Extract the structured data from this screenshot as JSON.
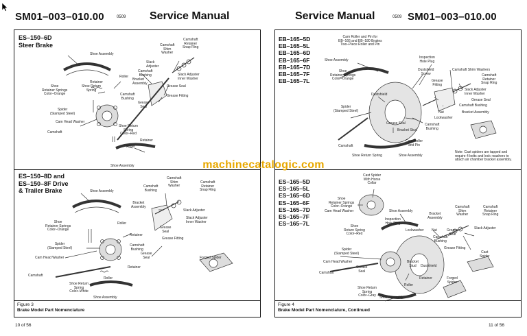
{
  "watermark": "machinecatalogic.com",
  "left_page": {
    "doc_number": "SM01–003–010.00",
    "doc_code": "0509",
    "title": "Service Manual",
    "upper_model": [
      "ES–150–6D",
      "Steer Brake"
    ],
    "lower_model": [
      "ES–150–8D and",
      "ES–150–8F Drive",
      "& Trailer Brake"
    ],
    "upper_labels": {
      "shoe_assembly": "Shoe Assembly",
      "camshaft_retainer": "Camshaft\nRetainer\nSnap Ring",
      "camshaft_shim": "Camshaft\nShim\nWasher",
      "slack_adjuster": "Slack\nAdjuster",
      "camshaft_bushing_top": "Camshaft\nBushing",
      "bracket_assembly": "Bracket\nAssembly",
      "roller": "Roller",
      "retainer": "Retainer",
      "slack_adjuster_inner": "Slack Adjuster\nInner Washer",
      "shoe_retainer_springs": "Shoe\nRetainer Springs\nColor–Orange",
      "shoe_return_spring": "Shoe Return\nSpring",
      "camshaft_bushing": "Camshaft\nBushing",
      "grease_seal_1": "Grease Seal",
      "grease_fitting": "Grease Fitting",
      "grease_seal_2": "Grease\nSeal",
      "spider": "Spider\n(Stamped Steel)",
      "cam_head_washer": "Cam Head Washer",
      "shoe_return_spring_red": "Shoe Return\nSpring\nColor–Red",
      "camshaft": "Camshaft",
      "retainer_2": "Retainer",
      "roller_2": "Roller",
      "shoe_assembly_2": "Shoe Assembly"
    },
    "lower_labels": {
      "shoe_assembly": "Shoe Assembly",
      "camshaft_bushing": "Camshaft\nBushing",
      "camshaft_shim": "Camshaft\nShim\nWasher",
      "camshaft_retainer": "Camshaft\nRetainer\nSnap Ring",
      "bracket_assembly": "Bracket\nAssembly",
      "slack_adjuster": "Slack Adjuster",
      "shoe_retainer_springs": "Shoe\nRetainer Springs\nColor–Orange",
      "roller": "Roller",
      "slack_adjuster_inner": "Slack Adjuster\nInner Washer",
      "retainer": "Retainer",
      "grease_seal_1": "Grease\nSeal",
      "spider": "Spider\n(Stamped Steel)",
      "camshaft_bushing_2": "Camshaft\nBushing",
      "grease_fitting": "Grease Fitting",
      "grease_seal_2": "Grease\nSeal",
      "cam_head_washer": "Cam Head Washer",
      "retainer_2": "Retainer",
      "forged_spider": "Forged Spider",
      "camshaft": "Camshaft",
      "roller_2": "Roller",
      "shoe_return_spring_white": "Shoe Return\nSpring\nColor–White",
      "shoe_assembly_2": "Shoe Assembly"
    },
    "figure_number": "Figure 3",
    "figure_caption": "Brake Model Part Nomenclature",
    "page_number": "10 of 56"
  },
  "right_page": {
    "title": "Service Manual",
    "doc_code": "0509",
    "doc_number": "SM01–003–010.00",
    "upper_models": [
      "EB–165–5D",
      "EB–165–5L",
      "EB–165–6D",
      "EB–165–6F",
      "EB–165–7D",
      "EB–165–7F",
      "EB–165–7L"
    ],
    "lower_models": [
      "ES–165–5D",
      "ES–165–5L",
      "ES–165–6D",
      "ES–165–6F",
      "ES–165–7D",
      "ES–165–7F",
      "ES–165–7L"
    ],
    "upper_labels": {
      "cam_roller_pin": "Cam Roller and Pin for\nEB–166 and EB–180 Brakes\nTwo–Piece Roller and Pin",
      "shoe_assembly": "Shoe Assembly",
      "inspection_hole_plug": "Inspection\nHole Plug",
      "shoe_retainer_springs": "Shoe\nRetainer Springs\nColor–Orange",
      "dustshield_screw": "Dustshield\nScrew",
      "camshaft_shim": "Camshaft Shim Washers",
      "camshaft_retainer": "Camshaft\nRetainer\nSnap Ring",
      "grease_fitting": "Grease\nFitting",
      "slack_adjuster_inner": "Slack Adjuster\nInner Washer",
      "dustshield": "Dustshield",
      "grease_seal": "Grease Seal",
      "camshaft_bushing": "Camshaft Bushing",
      "spider": "Spider\n(Stamped Steel)",
      "nut": "Nut",
      "bracket_assembly": "Bracket Assembly",
      "lockwasher": "Lockwasher",
      "grease_seal_2": "Grease Seal",
      "camshaft_bushing_2": "Camshaft\nBushing",
      "bracket_stud": "Bracket Stud",
      "camshaft": "Camshaft",
      "cam_roller_pin_2": "Cam Roller\nand Pin",
      "shoe_return_spring": "Shoe Return Spring",
      "shoe_assembly_2": "Shoe Assembly",
      "note": "Note: Cast spiders are tapped and require 4 bolts and lock–washers to attach air chamber bracket assembly."
    },
    "lower_labels": {
      "cast_spider_collar": "Cast Spider\nWith Horse\nCollar",
      "shoe_retainer_springs": "Shoe\nRetainer Springs\nColor–Orange",
      "cam_head_washer": "Cam Head Washer",
      "shoe_assembly": "Shoe Assembly",
      "camshaft_shim": "Camshaft\nShim\nWasher",
      "camshaft_retainer": "Camshaft\nRetainer\nSnap Ring",
      "bracket_assembly": "Bracket\nAssembly",
      "inspection_hole_plug": "Inspection\nHole Plug",
      "shoe_return_spring_red": "Shoe\nReturn Spring\nColor–Red",
      "lockwasher": "Lockwasher",
      "nut": "Nut",
      "grease_seal": "Grease\nSeal",
      "slack_adjuster": "Slack Adjuster",
      "camshaft_bushing": "Camshaft\nBushing",
      "grease_fitting": "Grease Fitting",
      "spider": "Spider\n(Stamped Steel)",
      "cam_head_washer_2": "Cam Head Washer",
      "cast_spider": "Cast\nSpider",
      "grease_seal_2": "Grease\nSeal",
      "camshaft": "Camshaft",
      "bracket_stud": "Bracket\nStud",
      "dustshield": "Dustshield",
      "retainer": "Retainer",
      "roller": "Roller",
      "forged_spider": "Forged\nSpider",
      "shoe_return_spring_gray": "Shoe Return\nSpring\nColor–Gray",
      "shoe_assembly_2": "Shoe Assembly"
    },
    "figure_number": "Figure 4",
    "figure_caption": "Brake Model Part Nomenclature, Continued",
    "page_number": "11 of 56"
  }
}
